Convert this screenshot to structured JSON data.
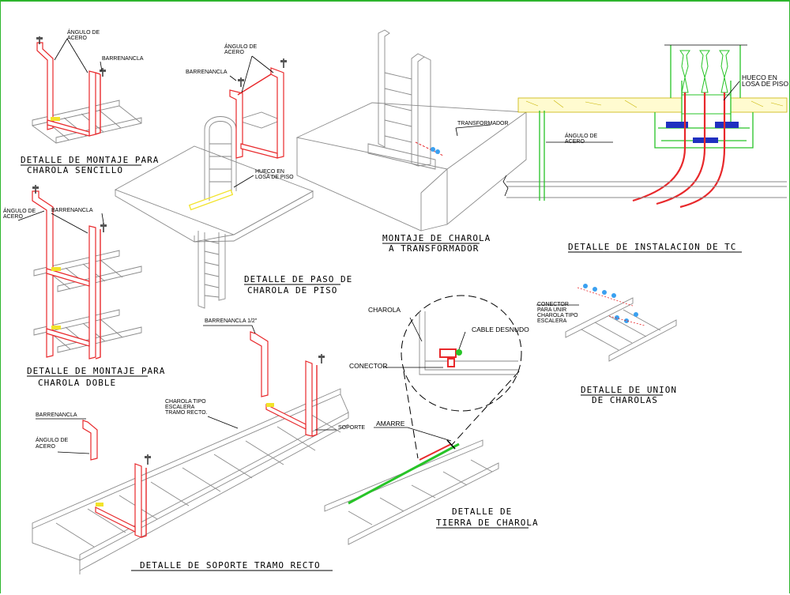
{
  "colors": {
    "frame": "#2db52d",
    "support": "#e8282b",
    "tray": "#8a8a8a",
    "ground": "#27c427",
    "highlight": "#f2e32a",
    "connector": "#3aa0f0",
    "clamp": "#2030c0"
  },
  "titles": {
    "montaje_sencillo_1": "DETALLE DE MONTAJE PARA",
    "montaje_sencillo_2": "CHAROLA SENCILLO",
    "montaje_doble_1": "DETALLE DE MONTAJE PARA",
    "montaje_doble_2": "CHAROLA DOBLE",
    "paso_piso_1": "DETALLE DE PASO DE",
    "paso_piso_2": "CHAROLA DE PISO",
    "transformador_1": "MONTAJE DE CHAROLA",
    "transformador_2": "A TRANSFORMADOR",
    "instalacion_tc": "DETALLE DE INSTALACION DE TC",
    "union_1": "DETALLE DE UNION",
    "union_2": "DE CHAROLAS",
    "tierra_1": "DETALLE DE",
    "tierra_2": "TIERRA DE CHAROLA",
    "soporte_recto": "DETALLE DE SOPORTE TRAMO RECTO"
  },
  "labels": {
    "angulo_acero_a1": "ÁNGULO DE",
    "angulo_acero_a2": "ACERO",
    "barrenancla_a": "BARRENANCLA",
    "angulo_acero_b1": "ÁNGULO DE",
    "angulo_acero_b2": "ACERO",
    "barrenancla_b": "BARRENANCLA",
    "angulo_acero_c1": "ÁNGULO DE",
    "angulo_acero_c2": "ACERO",
    "barrenancla_c": "BARRENANCLA",
    "hueco_losa_1": "HUECO EN",
    "hueco_losa_2": "LOSA DE PISO",
    "transformador": "TRANSFORMADOR",
    "hueco_losa_tc_1": "HUECO EN",
    "hueco_losa_tc_2": "LOSA DE PISO",
    "angulo_acero_tc_1": "ÁNGULO DE",
    "angulo_acero_tc_2": "ACERO",
    "conector_union_1": "CONECTOR",
    "conector_union_2": "PARA UNIR",
    "conector_union_3": "CHAROLA TIPO",
    "conector_union_4": "ESCALERA",
    "charola": "CHAROLA",
    "cable_desnudo": "CABLE DESNUDO",
    "conector": "CONECTOR",
    "amarre": "AMARRE",
    "barrenancla_half": "BARRENANCLA 1/2\"",
    "charola_tipo_1": "CHAROLA TIPO",
    "charola_tipo_2": "ESCALERA",
    "charola_tipo_3": "TRAMO RECTO.",
    "soporte": "SOPORTE",
    "barrenancla_d": "BARRENANCLA",
    "angulo_acero_d1": "ÁNGULO DE",
    "angulo_acero_d2": "ACERO"
  }
}
